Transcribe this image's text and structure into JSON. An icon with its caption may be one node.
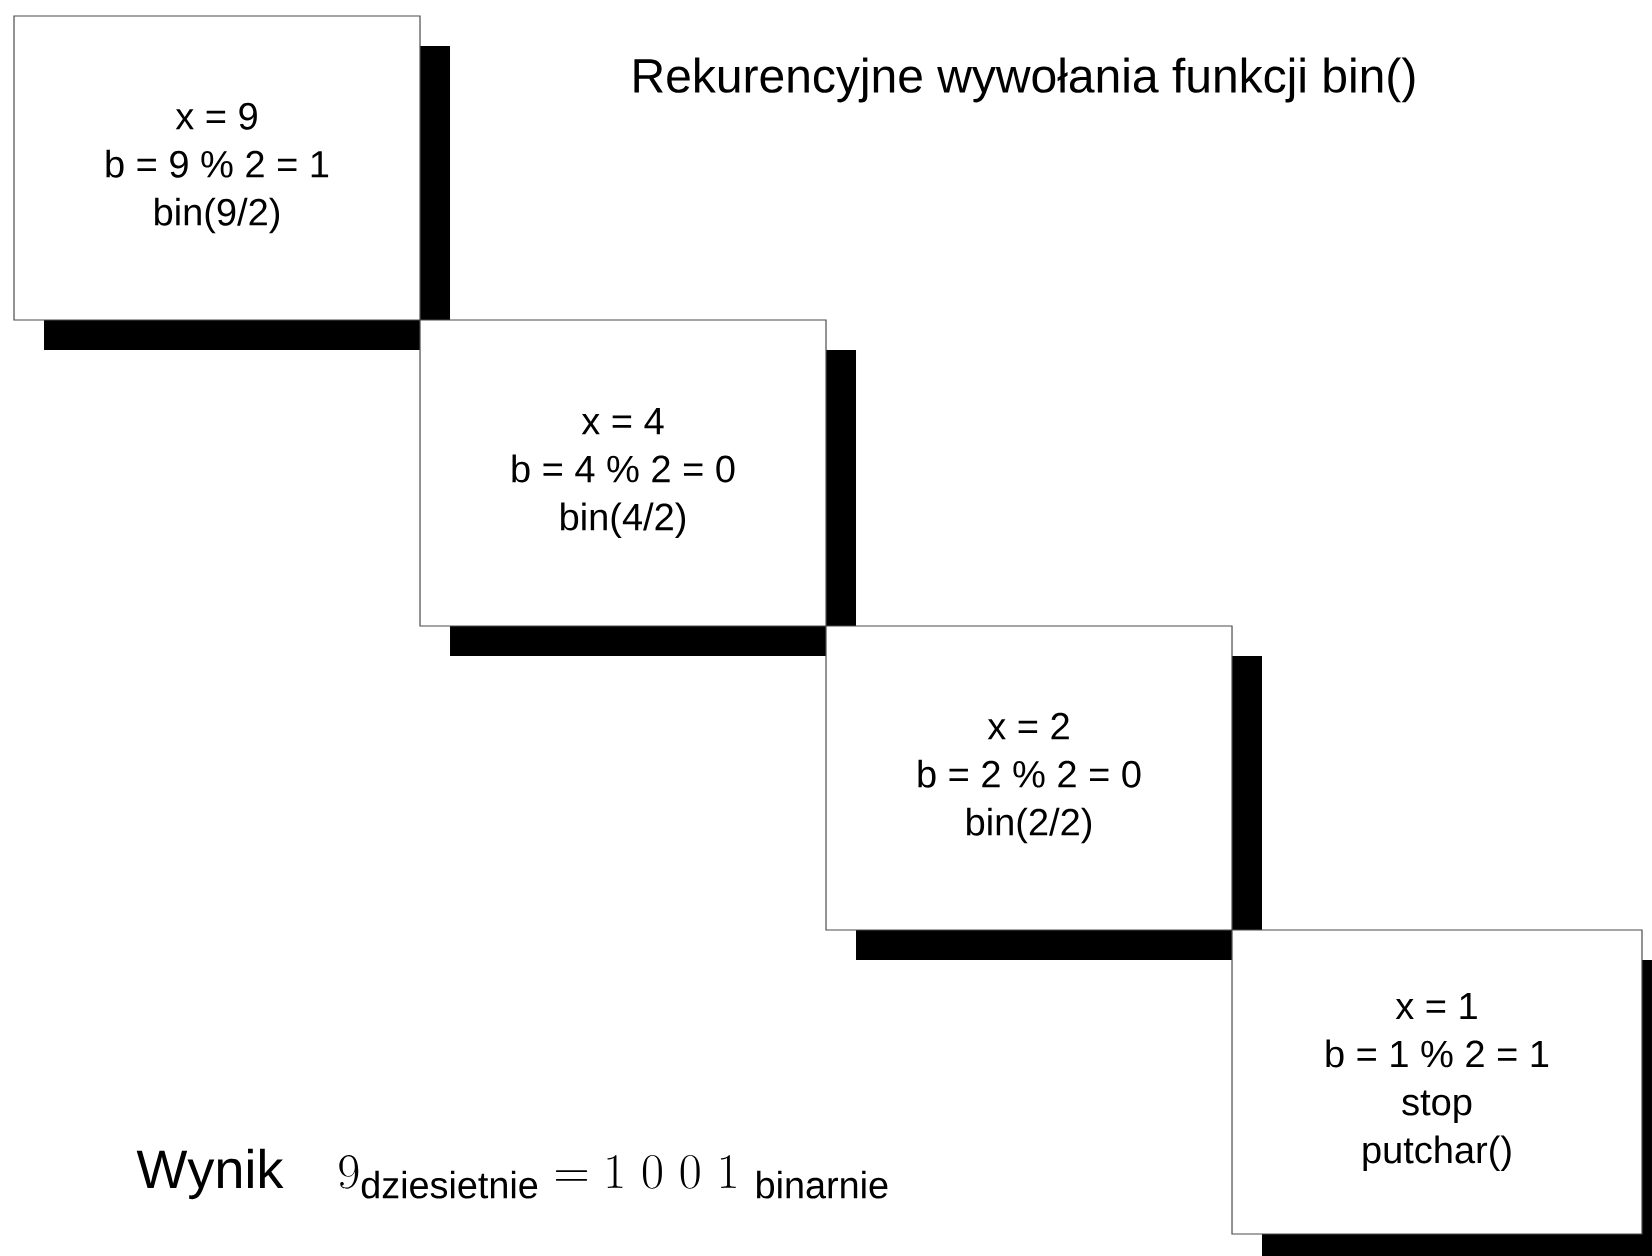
{
  "diagram": {
    "title": "Rekurencyjne wywołania funkcji bin()",
    "nodes": [
      {
        "text": [
          "x = 9",
          "b = 9 % 2 = 1",
          "bin(9/2)"
        ]
      },
      {
        "text": [
          "x = 4",
          "b = 4 % 2 = 0",
          "bin(4/2)"
        ]
      },
      {
        "text": [
          "x = 2",
          "b = 2 % 2 = 0",
          "bin(2/2)"
        ]
      },
      {
        "text": [
          "x = 1",
          "b = 1 % 2 = 1",
          "stop",
          "putchar()"
        ]
      }
    ],
    "labels": [
      "\\mathrm{Wynik}\\quad 9_{\\mathrm{dziesietnie}} = 1\\ 0\\ 0\\ 1\\ {}_{\\mathrm{binarnie}}"
    ]
  }
}
